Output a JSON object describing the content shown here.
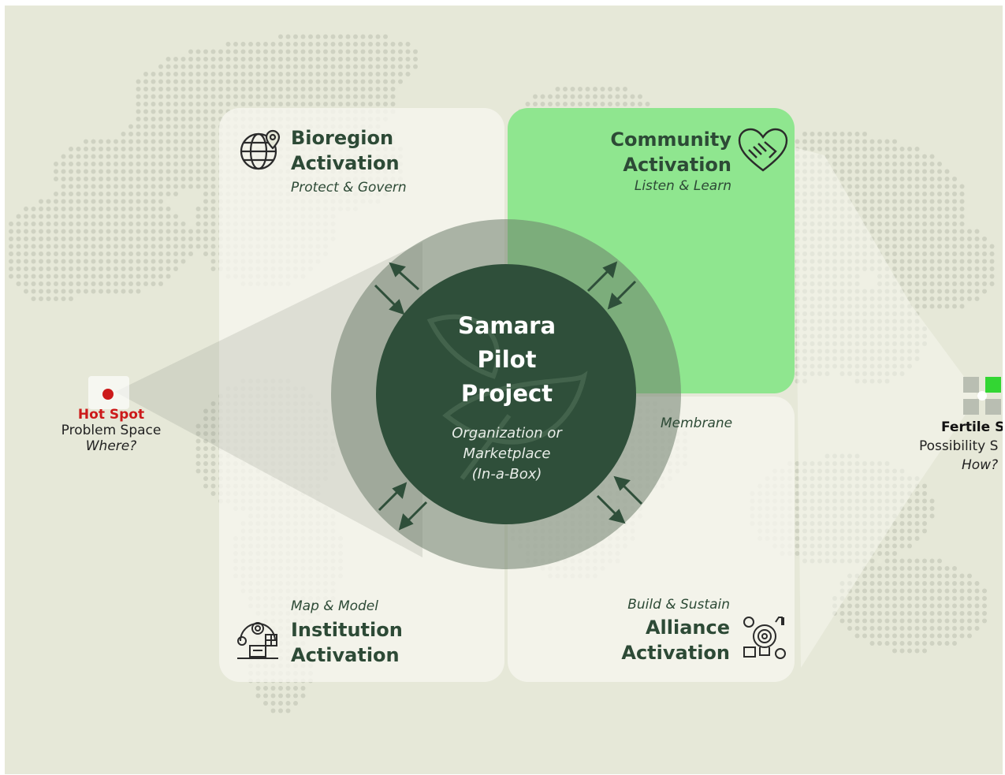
{
  "center": {
    "title_lines": [
      "Samara",
      "Pilot",
      "Project"
    ],
    "subtitle_lines": [
      "Organization or",
      "Marketplace",
      "(In-a-Box)"
    ]
  },
  "membrane_label": "Membrane",
  "quadrants": {
    "bioregion": {
      "title_1": "Bioregion",
      "title_2": "Activation",
      "subtitle": "Protect & Govern",
      "icon": "globe-pin-icon"
    },
    "community": {
      "title_1": "Community",
      "title_2": "Activation",
      "subtitle": "Listen & Learn",
      "icon": "handshake-heart-icon",
      "color": "#8fe68f"
    },
    "institution": {
      "title_1": "Institution",
      "title_2": "Activation",
      "subtitle": "Map & Model",
      "icon": "institution-gear-icon"
    },
    "alliance": {
      "title_1": "Alliance",
      "title_2": "Activation",
      "subtitle": "Build & Sustain",
      "icon": "alliance-target-icon"
    }
  },
  "hot_spot": {
    "title": "Hot Spot",
    "line": "Problem Space",
    "question": "Where?",
    "color": "#cc1a1a"
  },
  "fertile": {
    "title": "Fertile S",
    "line": "Possibility S",
    "question": "How?"
  },
  "colors": {
    "background": "#e6e8d8",
    "dark_green": "#2d4a36",
    "circle_core": "#2f4f3a",
    "membrane_ring": "#8a9a88"
  }
}
